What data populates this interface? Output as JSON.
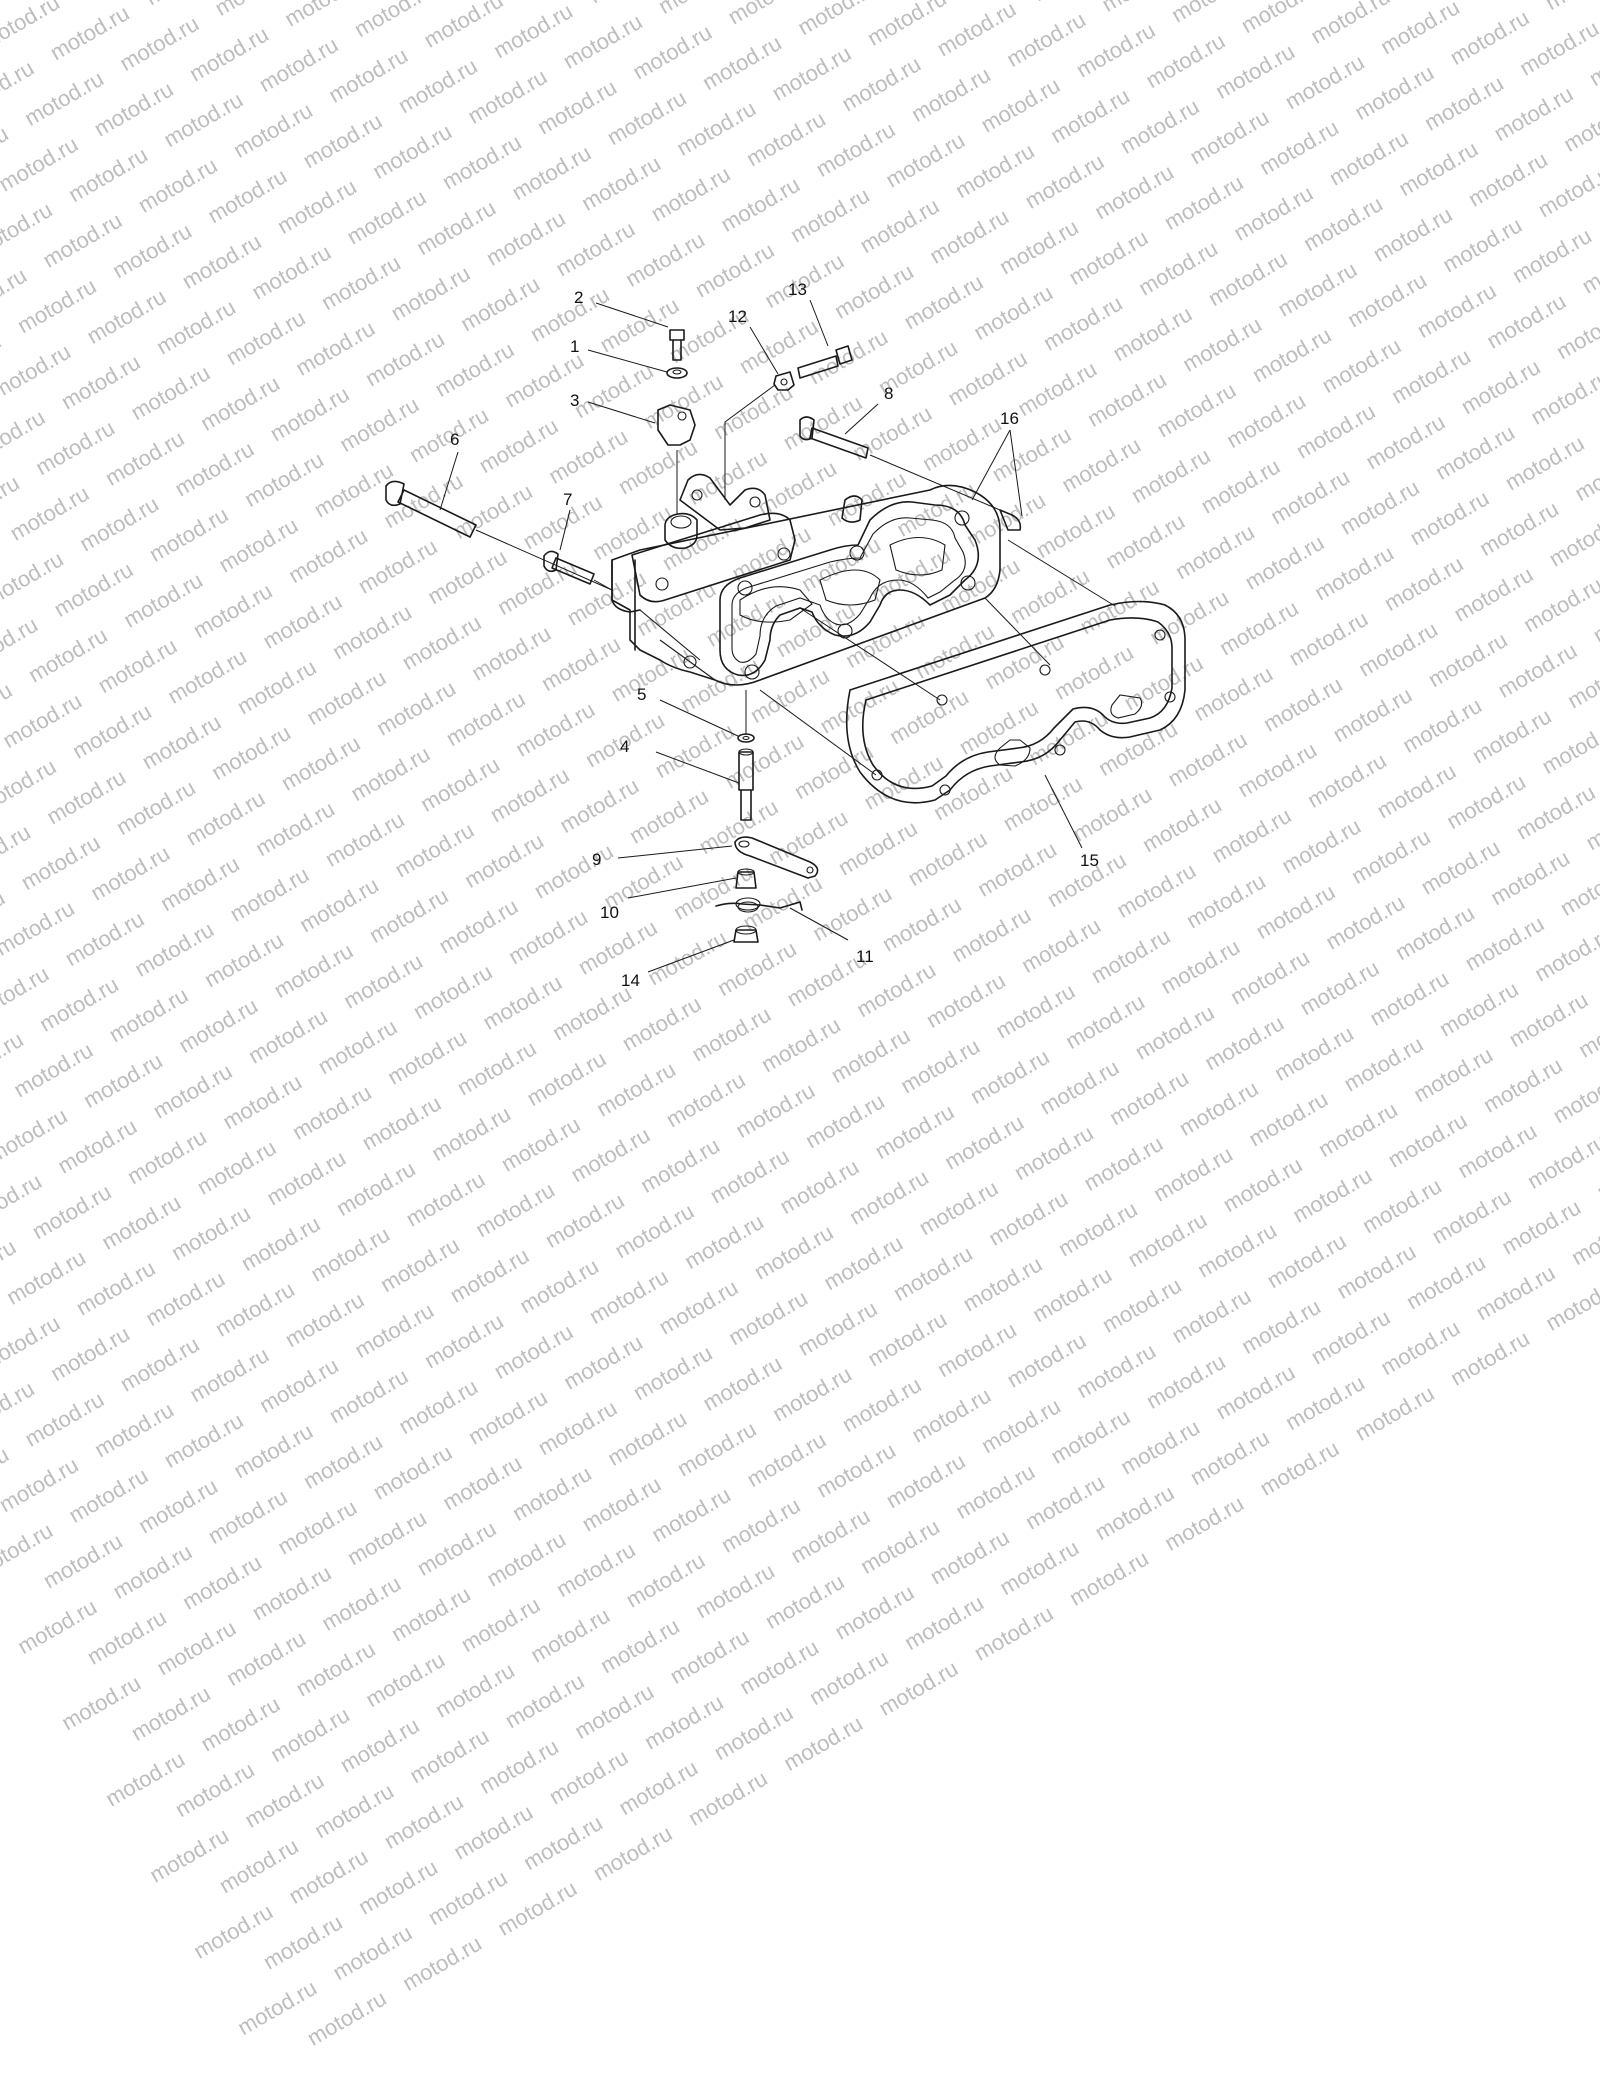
{
  "watermark": {
    "text": "motod.ru"
  },
  "callouts": [
    {
      "id": "1",
      "label": "1"
    },
    {
      "id": "2",
      "label": "2"
    },
    {
      "id": "3",
      "label": "3"
    },
    {
      "id": "4",
      "label": "4"
    },
    {
      "id": "5",
      "label": "5"
    },
    {
      "id": "6",
      "label": "6"
    },
    {
      "id": "7",
      "label": "7"
    },
    {
      "id": "8",
      "label": "8"
    },
    {
      "id": "9",
      "label": "9"
    },
    {
      "id": "10",
      "label": "10"
    },
    {
      "id": "11",
      "label": "11"
    },
    {
      "id": "12",
      "label": "12"
    },
    {
      "id": "13",
      "label": "13"
    },
    {
      "id": "14",
      "label": "14"
    },
    {
      "id": "15",
      "label": "15"
    },
    {
      "id": "16",
      "label": "16"
    }
  ]
}
